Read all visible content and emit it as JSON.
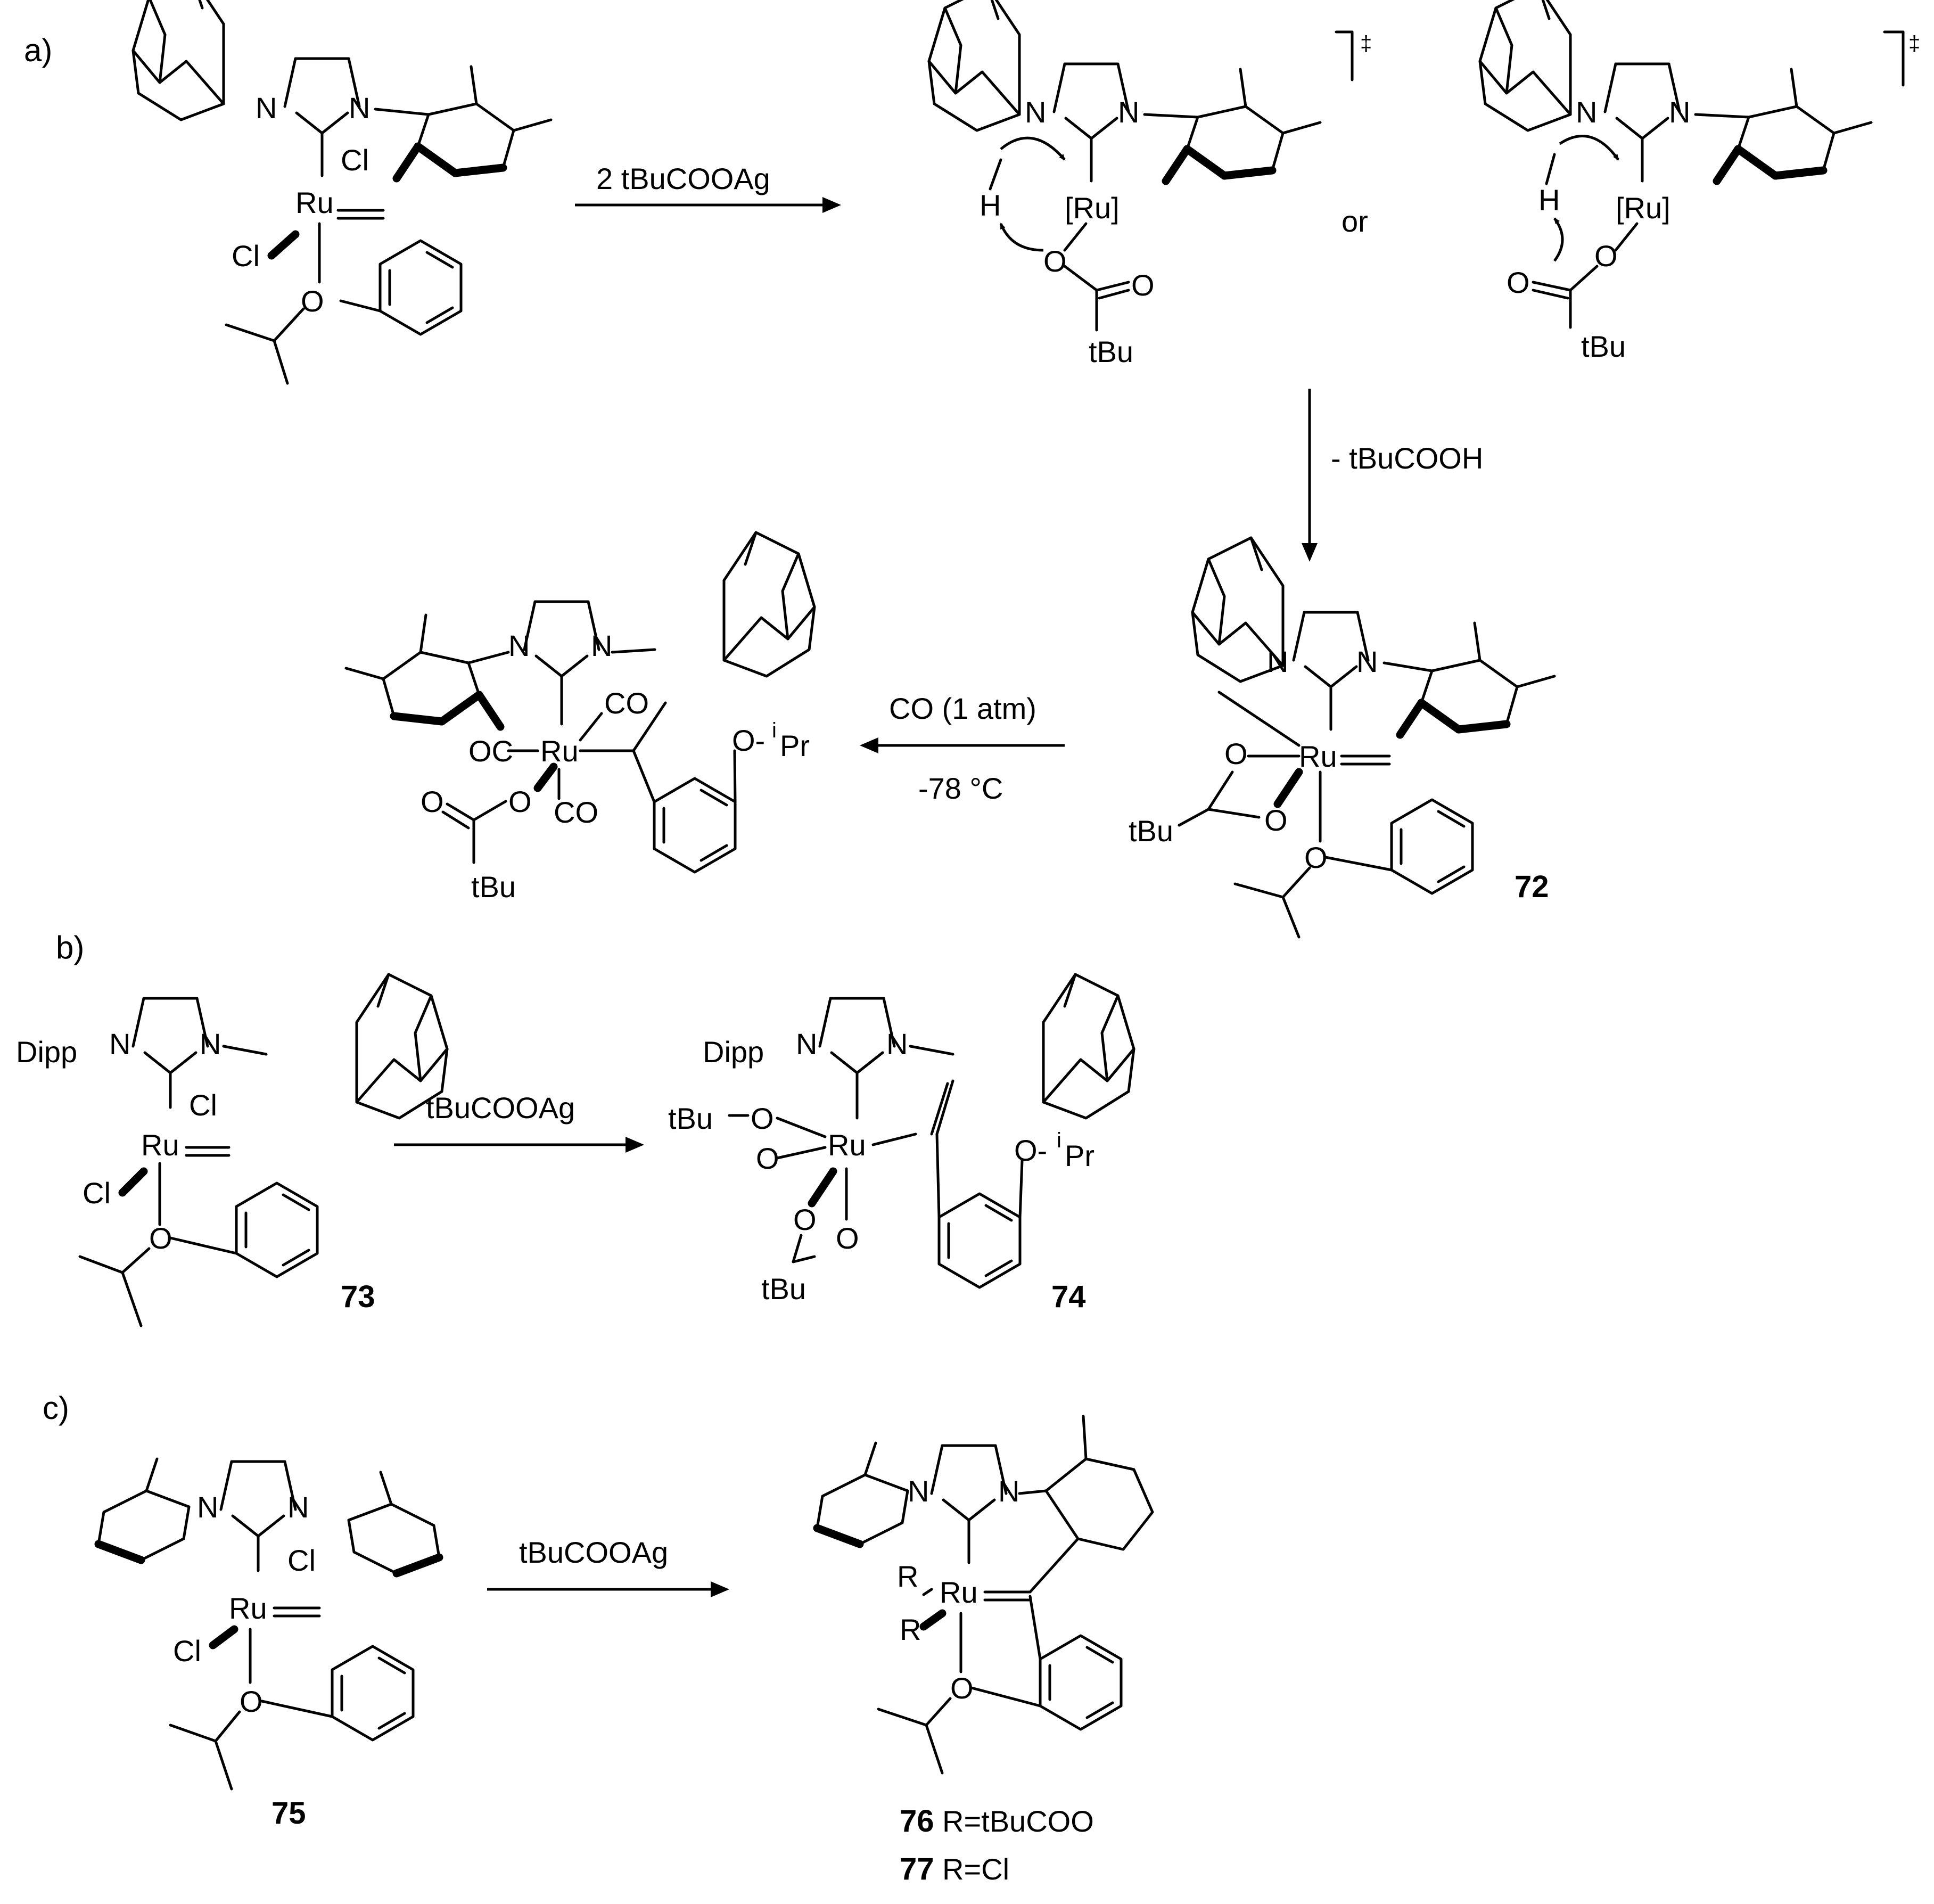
{
  "sections": {
    "a": "a)",
    "b": "b)",
    "c": "c)"
  },
  "labels": {
    "ts_dagger": "‡",
    "or": "or",
    "compound_72": "72",
    "compound_73": "73",
    "compound_74": "74",
    "compound_75": "75",
    "compound_76_num": "76",
    "compound_76_def": "R=tBuCOO",
    "compound_77_num": "77",
    "compound_77_def": "R=Cl"
  },
  "reagents": {
    "a_step1": "2 tBuCOOAg",
    "a_step2": "- tBuCOOH",
    "a_step3_line1": "CO (1 atm)",
    "a_step3_line2": "-78 °C",
    "b_step": "tBuCOOAg",
    "c_step": "tBuCOOAg"
  },
  "atoms": {
    "N": "N",
    "Ru": "Ru",
    "Ru_bracket": "[Ru]",
    "Cl": "Cl",
    "O": "O",
    "H": "H",
    "tBu": "tBu",
    "CO": "CO",
    "OC": "OC",
    "O_iPr": "O-",
    "i": "i",
    "Pr": "Pr",
    "Dipp": "Dipp",
    "R": "R"
  }
}
